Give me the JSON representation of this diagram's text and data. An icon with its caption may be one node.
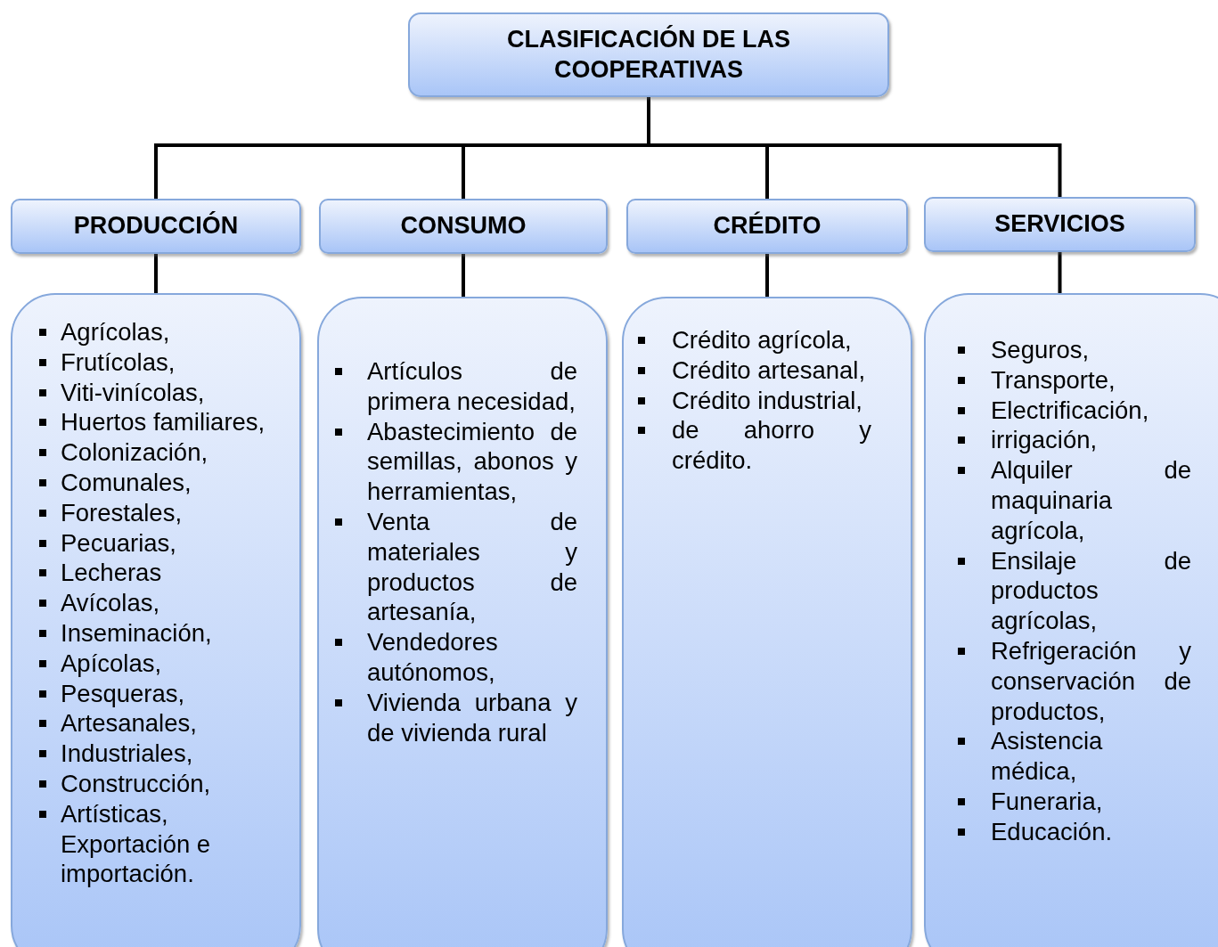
{
  "diagram": {
    "nodes": [
      {
        "text": [
          "CLASIFICACIÓN DE LAS COOPERATIVAS"
        ]
      },
      {
        "text": [
          "PRODUCCIÓN"
        ]
      },
      {
        "text": [
          "CONSUMO"
        ]
      },
      {
        "text": [
          "CRÉDITO"
        ]
      },
      {
        "text": [
          "SERVICIOS"
        ]
      },
      {
        "text": [
          "Agrícolas,",
          "Frutícolas,",
          "Viti-vinícolas,",
          "Huertos familiares,",
          "Colonización,",
          "Comunales,",
          "Forestales,",
          "Pecuarias,",
          "Lecheras",
          "Avícolas,",
          "Inseminación,",
          "Apícolas,",
          "Pesqueras,",
          "Artesanales,",
          "Industriales,",
          "Construcción,",
          "Artísticas, Exportación e importación."
        ]
      },
      {
        "text": [
          "Artículos de primera necesidad,",
          "Abastecimiento de semillas, abonos y herramientas,",
          "Venta de materiales y productos de artesanía,",
          "Vendedores autónomos,",
          "Vivienda urbana y de vivienda rural"
        ]
      },
      {
        "text": [
          "Crédito agrícola,",
          "Crédito artesanal,",
          "Crédito industrial,",
          "de ahorro y crédito."
        ]
      },
      {
        "text": [
          "Seguros,",
          "Transporte,",
          "Electrificación,",
          "irrigación,",
          "Alquiler de maquinaria agrícola,",
          "Ensilaje de productos agrícolas,",
          "Refrigeración y conservación de productos,",
          "Asistencia médica,",
          "Funeraria,",
          "Educación."
        ]
      }
    ],
    "edges": [
      {
        "from": 0,
        "to": 1,
        "arrow": "none"
      },
      {
        "from": 0,
        "to": 2,
        "arrow": "none"
      },
      {
        "from": 0,
        "to": 3,
        "arrow": "none"
      },
      {
        "from": 0,
        "to": 4,
        "arrow": "none"
      },
      {
        "from": 1,
        "to": 5,
        "arrow": "none"
      },
      {
        "from": 2,
        "to": 6,
        "arrow": "none"
      },
      {
        "from": 3,
        "to": 7,
        "arrow": "none"
      },
      {
        "from": 4,
        "to": 8,
        "arrow": "none"
      }
    ]
  }
}
